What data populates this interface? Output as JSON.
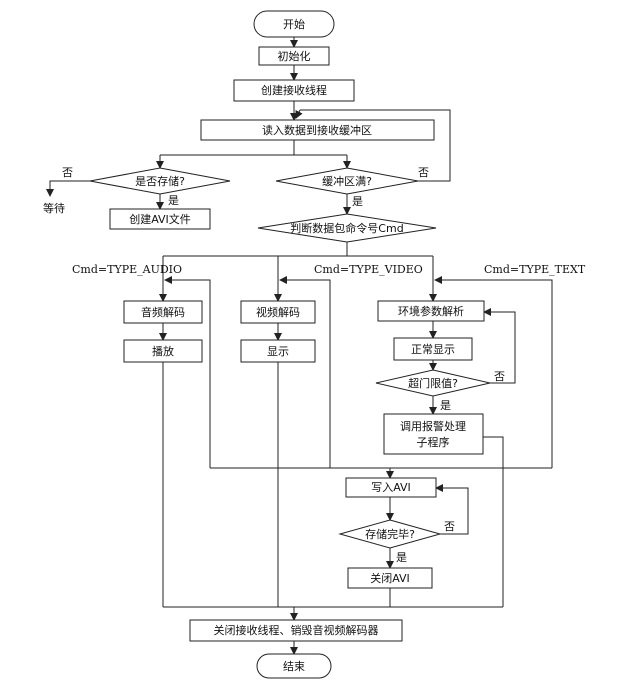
{
  "nodes": {
    "start": "开始",
    "init": "初始化",
    "create_thread": "创建接收线程",
    "read_buffer": "读入数据到接收缓冲区",
    "decide_store": "是否存储?",
    "create_avi": "创建AVI文件",
    "wait": "等待",
    "buffer_full": "缓冲区满?",
    "judge_cmd": "判断数据包命令号Cmd",
    "audio_decode": "音频解码",
    "play": "播放",
    "video_decode": "视频解码",
    "display": "显示",
    "env_parse": "环境参数解析",
    "normal_display": "正常显示",
    "over_limit": "超门限值?",
    "alarm_line1": "调用报警处理",
    "alarm_line2": "子程序",
    "write_avi": "写入AVI",
    "store_done": "存储完毕?",
    "close_avi": "关闭AVI",
    "close_all": "关闭接收线程、销毁音视频解码器",
    "end": "结束"
  },
  "labels": {
    "no": "否",
    "yes": "是",
    "cmd_audio": "Cmd=TYPE_AUDIO",
    "cmd_video": "Cmd=TYPE_VIDEO",
    "cmd_text": "Cmd=TYPE_TEXT"
  }
}
